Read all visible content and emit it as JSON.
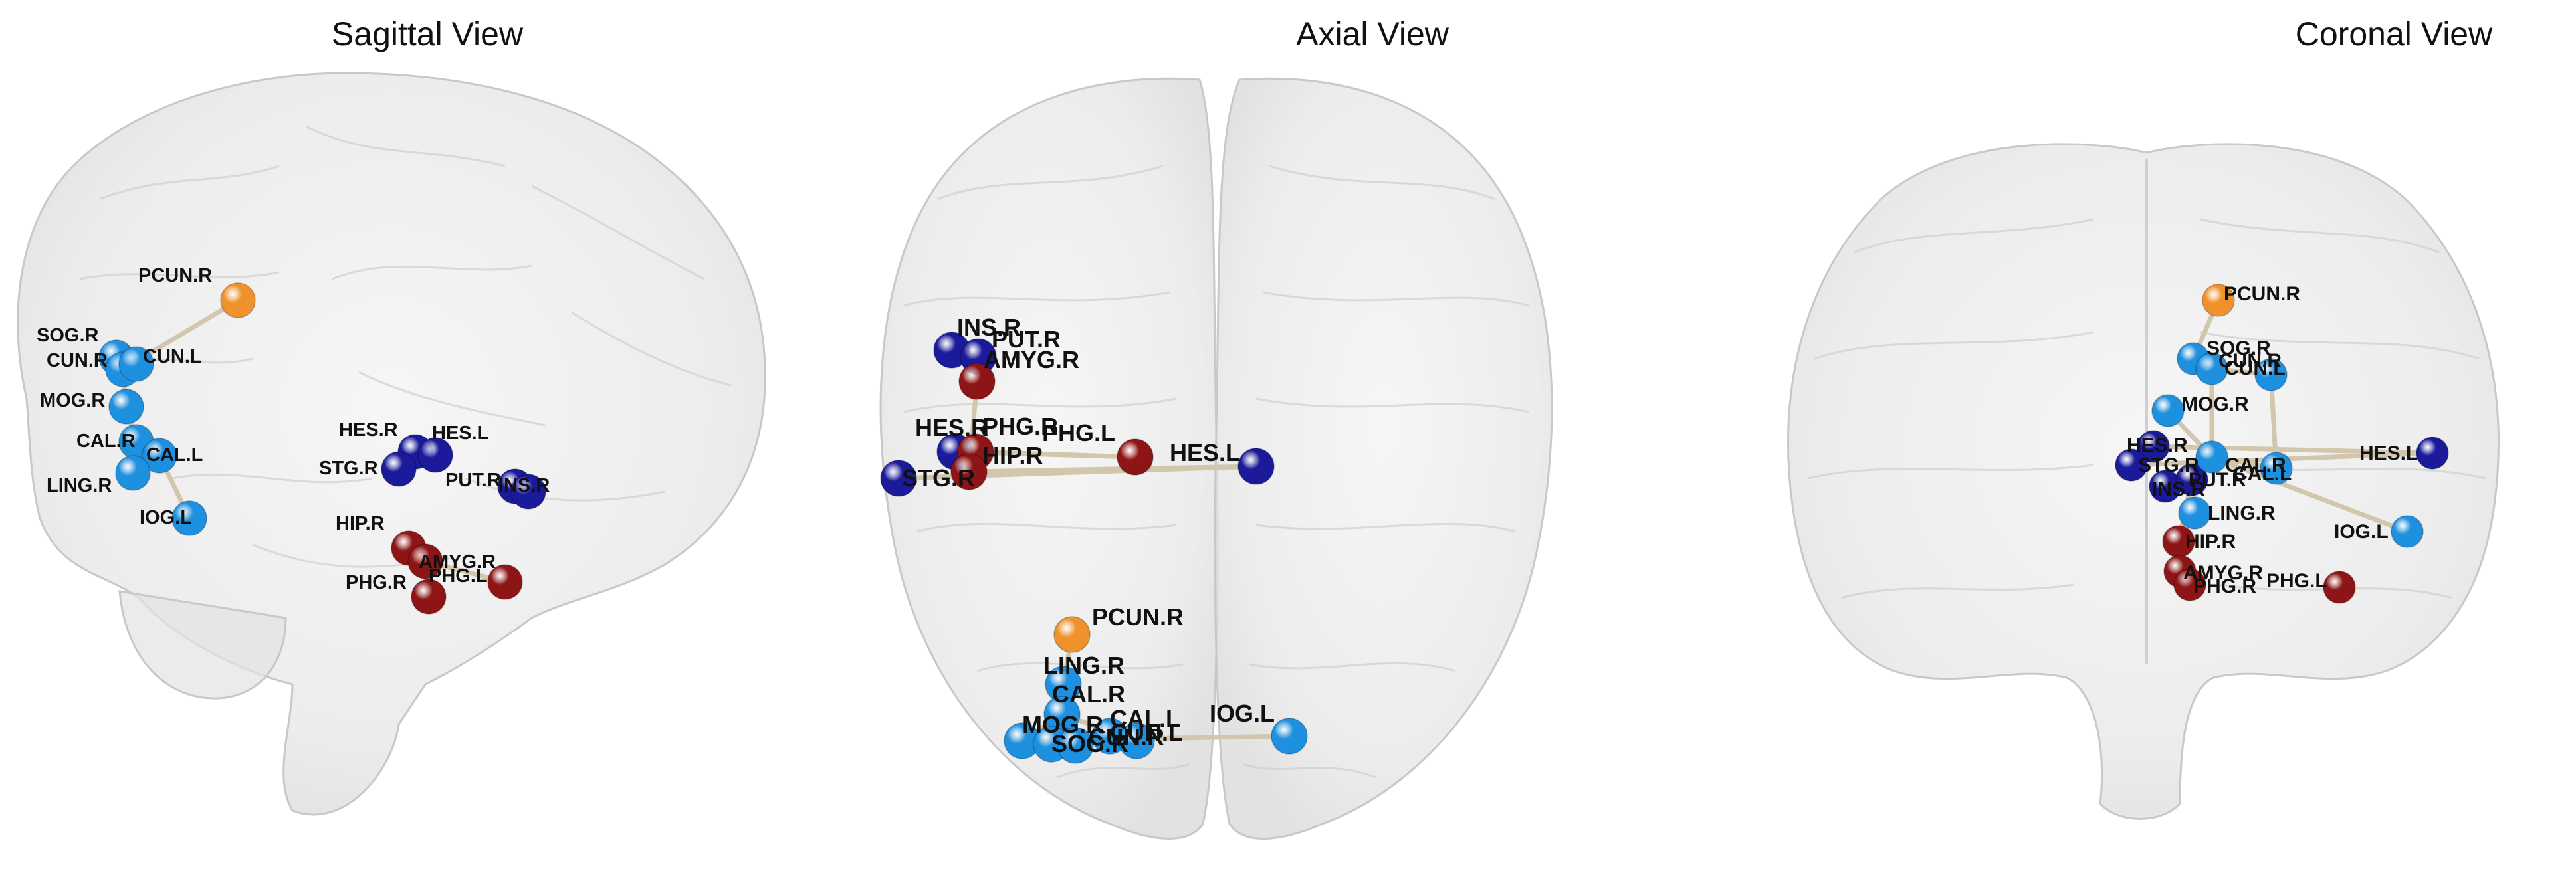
{
  "colors": {
    "blue_group": "#1e90e0",
    "navy_group": "#1a1a9a",
    "red_group": "#8e1515",
    "orange_group": "#f0922c",
    "edge": "#d2c7ad",
    "brain": "#d8d8d8"
  },
  "views": [
    {
      "title": "Sagittal View",
      "nodes": [
        {
          "label": "PCUN.R",
          "group": "orange"
        },
        {
          "label": "SOG.R",
          "group": "blue"
        },
        {
          "label": "CUN.R",
          "group": "blue"
        },
        {
          "label": "CUN.L",
          "group": "blue"
        },
        {
          "label": "MOG.R",
          "group": "blue"
        },
        {
          "label": "CAL.R",
          "group": "blue"
        },
        {
          "label": "CAL.L",
          "group": "blue"
        },
        {
          "label": "LING.R",
          "group": "blue"
        },
        {
          "label": "IOG.L",
          "group": "blue"
        },
        {
          "label": "HES.R",
          "group": "navy"
        },
        {
          "label": "HES.L",
          "group": "navy"
        },
        {
          "label": "STG.R",
          "group": "navy"
        },
        {
          "label": "PUT.R",
          "group": "navy"
        },
        {
          "label": "INS.R",
          "group": "navy"
        },
        {
          "label": "HIP.R",
          "group": "red"
        },
        {
          "label": "AMYG.R",
          "group": "red"
        },
        {
          "label": "PHG.R",
          "group": "red"
        },
        {
          "label": "PHG.L",
          "group": "red"
        }
      ]
    },
    {
      "title": "Axial View",
      "nodes": [
        {
          "label": "INS.R",
          "group": "navy"
        },
        {
          "label": "PUT.R",
          "group": "navy"
        },
        {
          "label": "AMYG.R",
          "group": "red"
        },
        {
          "label": "HES.R",
          "group": "navy"
        },
        {
          "label": "STG.R",
          "group": "navy"
        },
        {
          "label": "PHG.R",
          "group": "red"
        },
        {
          "label": "HIP.R",
          "group": "red"
        },
        {
          "label": "PHG.L",
          "group": "red"
        },
        {
          "label": "HES.L",
          "group": "navy"
        },
        {
          "label": "PCUN.R",
          "group": "orange"
        },
        {
          "label": "LING.R",
          "group": "blue"
        },
        {
          "label": "CAL.R",
          "group": "blue"
        },
        {
          "label": "MOG.R",
          "group": "blue"
        },
        {
          "label": "SOG.R",
          "group": "blue"
        },
        {
          "label": "CUN.R",
          "group": "blue"
        },
        {
          "label": "CAL.L",
          "group": "blue"
        },
        {
          "label": "CUN.L",
          "group": "blue"
        },
        {
          "label": "IOG.L",
          "group": "blue"
        }
      ]
    },
    {
      "title": "Coronal View",
      "nodes": [
        {
          "label": "PCUN.R",
          "group": "orange"
        },
        {
          "label": "SOG.R",
          "group": "blue"
        },
        {
          "label": "CUN.R",
          "group": "blue"
        },
        {
          "label": "CUN.L",
          "group": "blue"
        },
        {
          "label": "MOG.R",
          "group": "blue"
        },
        {
          "label": "HES.R",
          "group": "navy"
        },
        {
          "label": "STG.R",
          "group": "navy"
        },
        {
          "label": "INS.R",
          "group": "navy"
        },
        {
          "label": "PUT.R",
          "group": "navy"
        },
        {
          "label": "CAL.R",
          "group": "blue"
        },
        {
          "label": "CAL.L",
          "group": "blue"
        },
        {
          "label": "HES.L",
          "group": "navy"
        },
        {
          "label": "LING.R",
          "group": "blue"
        },
        {
          "label": "IOG.L",
          "group": "blue"
        },
        {
          "label": "HIP.R",
          "group": "red"
        },
        {
          "label": "AMYG.R",
          "group": "red"
        },
        {
          "label": "PHG.R",
          "group": "red"
        },
        {
          "label": "PHG.L",
          "group": "red"
        }
      ]
    }
  ]
}
